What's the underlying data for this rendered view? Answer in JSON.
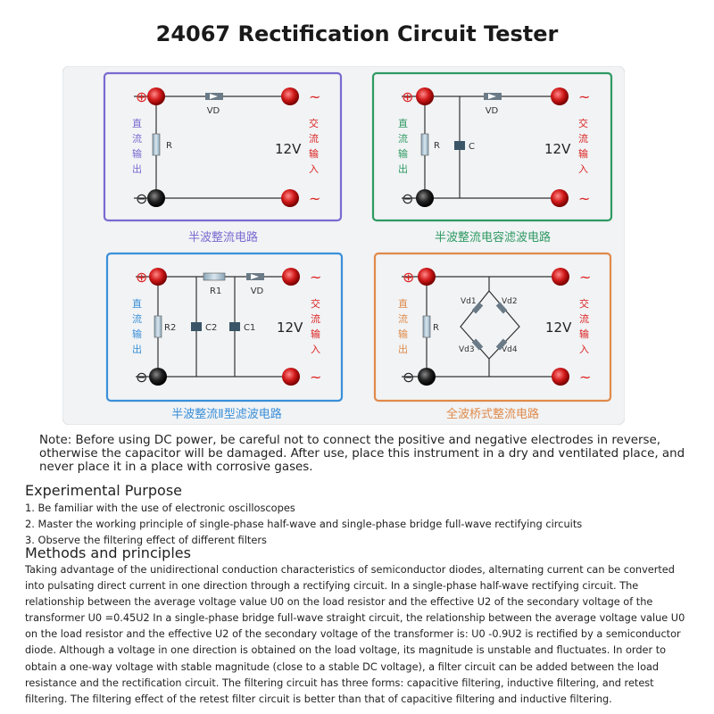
{
  "title": "24067 Rectification Circuit Tester",
  "panels": [
    {
      "caption": "半波整流电路",
      "color": "#7a6ad0",
      "dc_label": [
        "直",
        "流",
        "输",
        "出"
      ],
      "ac_label": [
        "交",
        "流",
        "输",
        "入"
      ],
      "voltage": "12V",
      "parts": [
        "VD",
        "R"
      ]
    },
    {
      "caption": "半波整流电容滤波电路",
      "color": "#2f9a62",
      "dc_label": [
        "直",
        "流",
        "输",
        "出"
      ],
      "ac_label": [
        "交",
        "流",
        "输",
        "入"
      ],
      "voltage": "12V",
      "parts": [
        "VD",
        "R",
        "C"
      ]
    },
    {
      "caption": "半波整流Ⅱ型滤波电路",
      "color": "#3a8fd8",
      "dc_label": [
        "直",
        "流",
        "输",
        "出"
      ],
      "ac_label": [
        "交",
        "流",
        "输",
        "入"
      ],
      "voltage": "12V",
      "parts": [
        "R1",
        "VD",
        "R2",
        "C2",
        "C1"
      ]
    },
    {
      "caption": "全波桥式整流电路",
      "color": "#e08a4a",
      "dc_label": [
        "直",
        "流",
        "输",
        "出"
      ],
      "ac_label": [
        "交",
        "流",
        "输",
        "入"
      ],
      "voltage": "12V",
      "parts": [
        "Vd1",
        "Vd2",
        "Vd3",
        "Vd4",
        "R"
      ]
    }
  ],
  "terminal_symbols": {
    "plus": "⊕",
    "minus": "⊖",
    "ac": "~"
  },
  "note": "Note: Before using DC power, be careful not to connect the positive and negative electrodes in reverse, otherwise the capacitor will be damaged. After use, place this instrument in a dry and ventilated place, and never place it in a place with corrosive gases.",
  "purpose": {
    "heading": "Experimental Purpose",
    "items": [
      "1. Be familiar with the use of electronic oscilloscopes",
      "2. Master the working principle of single-phase half-wave and single-phase bridge full-wave rectifying circuits",
      "3. Observe the filtering effect of different filters"
    ]
  },
  "methods": {
    "heading": "Methods and principles",
    "text": "Taking advantage of the unidirectional conduction characteristics of semiconductor diodes, alternating current can be converted into pulsating direct current in one direction through a rectifying circuit. In a single-phase half-wave rectifying circuit. The relationship between the average voltage value U0 on the load resistor and the effective U2 of the secondary voltage of the transformer U0 =0.45U2 In a single-phase bridge full-wave straight circuit, the relationship between the average voltage value U0 on the load resistor and the effective U2 of the secondary voltage of the transformer is: U0 -0.9U2 is rectified by a semiconductor diode. Although a voltage in one direction is obtained on the load voltage, its magnitude is unstable and fluctuates. In order to obtain a one-way voltage with stable magnitude (close to a stable DC voltage), a filter circuit can be added between the load resistance and the rectification circuit. The filtering circuit has three forms: capacitive filtering, inductive filtering, and retest filtering. The filtering effect of the retest filter circuit is better than that of capacitive filtering and inductive filtering."
  }
}
